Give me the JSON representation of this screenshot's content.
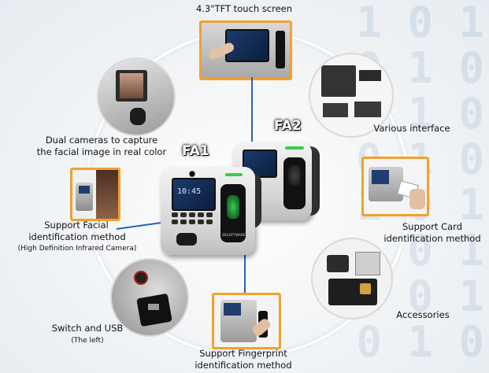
{
  "labels": {
    "touch_screen": "4.3\"TFT touch screen",
    "various_interface": "Various interface",
    "dual_cameras_1": "Dual cameras to capture",
    "dual_cameras_2": "the facial image in real color",
    "facial_1": "Support Facial",
    "facial_2": "identification method",
    "facial_3": "(High Definition Infrared Camera)",
    "card_1": "Support Card",
    "card_2": "identification method",
    "accessories": "Accessories",
    "switch_usb": "Switch and USB",
    "switch_usb_sub": "(The left)",
    "fingerprint_1": "Support Fingerprint",
    "fingerprint_2": "identification method"
  },
  "badges": {
    "fa1": "FA1",
    "fa2": "FA2"
  },
  "device_brand": "ZKSOFTWARE",
  "screen_time": "10:45",
  "background_digits": "1 0 1\n 0 1 0\n1 0\n 0 1 0\n1 0 1\n 0 1\n1 0 1\n 0 1 0",
  "colors": {
    "frame_orange": "#f2a12e",
    "pointer_blue": "#2a63b8",
    "ring_white": "#ffffff"
  }
}
